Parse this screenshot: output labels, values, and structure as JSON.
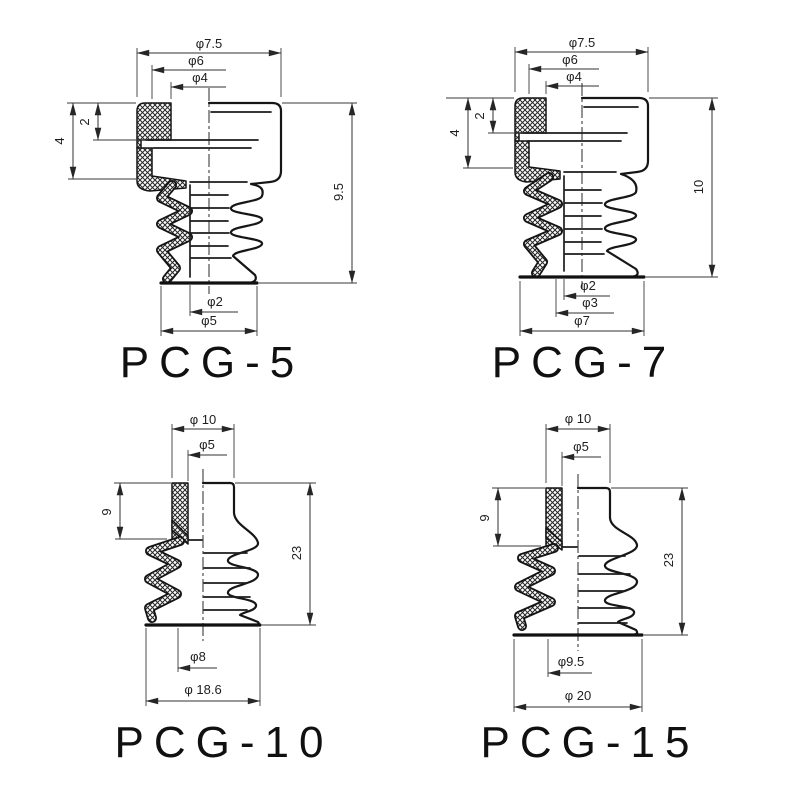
{
  "sheet": {
    "background": "#ffffff",
    "line_color": "#161616",
    "drawing_type": "suction-cup cross-section dimension drawings"
  },
  "panels": [
    {
      "model": "PCG-5",
      "dims": {
        "top_diameters": [
          "φ7.5",
          "φ6",
          "φ4"
        ],
        "left_heights": [
          "2",
          "4"
        ],
        "overall_height": "9.5",
        "bottom_diameters": [
          "φ2",
          "φ5"
        ]
      }
    },
    {
      "model": "PCG-7",
      "dims": {
        "top_diameters": [
          "φ7.5",
          "φ6",
          "φ4"
        ],
        "left_heights": [
          "2",
          "4"
        ],
        "overall_height": "10",
        "bottom_diameters": [
          "φ2",
          "φ3",
          "φ7"
        ]
      }
    },
    {
      "model": "PCG-10",
      "dims": {
        "top_diameters": [
          "φ 10",
          "φ5"
        ],
        "left_heights": [
          "9"
        ],
        "overall_height": "23",
        "bottom_diameters": [
          "φ8",
          "φ 18.6"
        ]
      }
    },
    {
      "model": "PCG-15",
      "dims": {
        "top_diameters": [
          "φ 10",
          "φ5"
        ],
        "left_heights": [
          "9"
        ],
        "overall_height": "23",
        "bottom_diameters": [
          "φ9.5",
          "φ 20"
        ]
      }
    }
  ]
}
